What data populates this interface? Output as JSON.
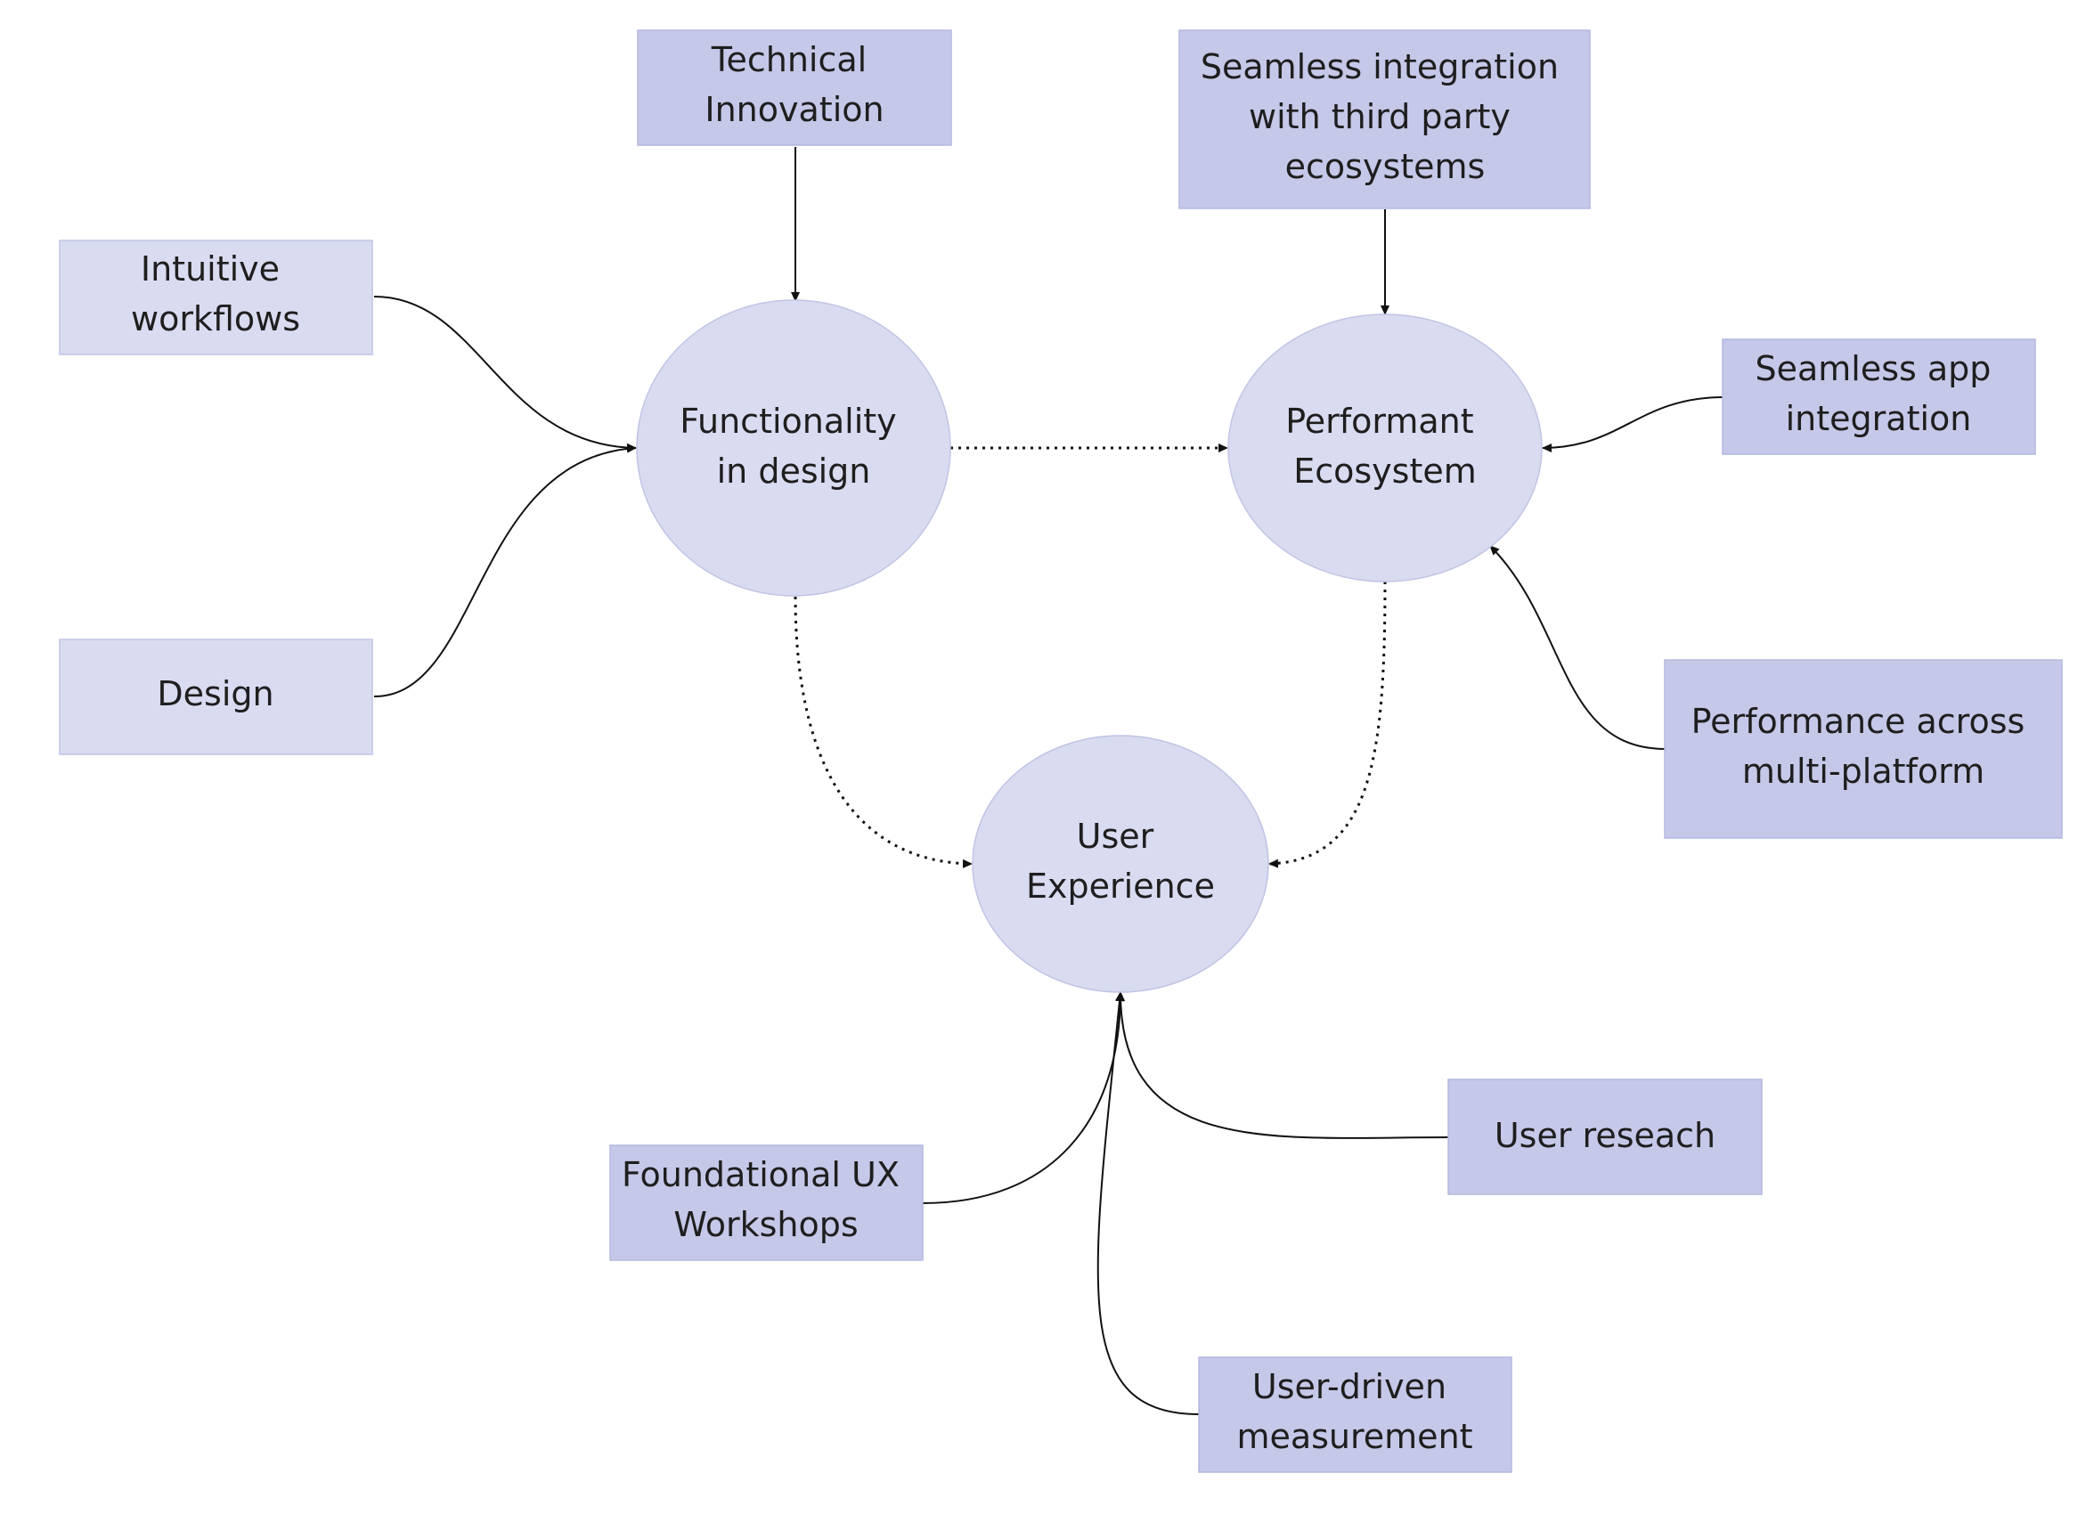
{
  "colors": {
    "ellipse_fill": "#d9dbf0",
    "box_light_fill": "#d9dbf0",
    "box_dark_fill": "#c5c8e8",
    "stroke": "#b9bde0",
    "text": "#1e1e1e",
    "edge": "#111111"
  },
  "nodes": {
    "functionality": {
      "lines": [
        "Functionality",
        "in design"
      ]
    },
    "performant": {
      "lines": [
        "Performant",
        "Ecosystem"
      ]
    },
    "user_experience": {
      "lines": [
        "User",
        "Experience"
      ]
    },
    "technical_innovation": {
      "lines": [
        "Technical",
        "Innovation"
      ]
    },
    "intuitive_workflows": {
      "lines": [
        "Intuitive",
        "workflows"
      ]
    },
    "design": {
      "lines": [
        "Design"
      ]
    },
    "seamless_third_party": {
      "lines": [
        "Seamless integration",
        "with third party",
        "ecosystems"
      ]
    },
    "seamless_app": {
      "lines": [
        "Seamless app",
        "integration"
      ]
    },
    "performance_multi": {
      "lines": [
        "Performance across",
        "multi-platform"
      ]
    },
    "foundational_ux": {
      "lines": [
        "Foundational UX",
        "Workshops"
      ]
    },
    "user_research": {
      "lines": [
        "User reseach"
      ]
    },
    "user_driven": {
      "lines": [
        "User-driven",
        "measurement"
      ]
    }
  }
}
